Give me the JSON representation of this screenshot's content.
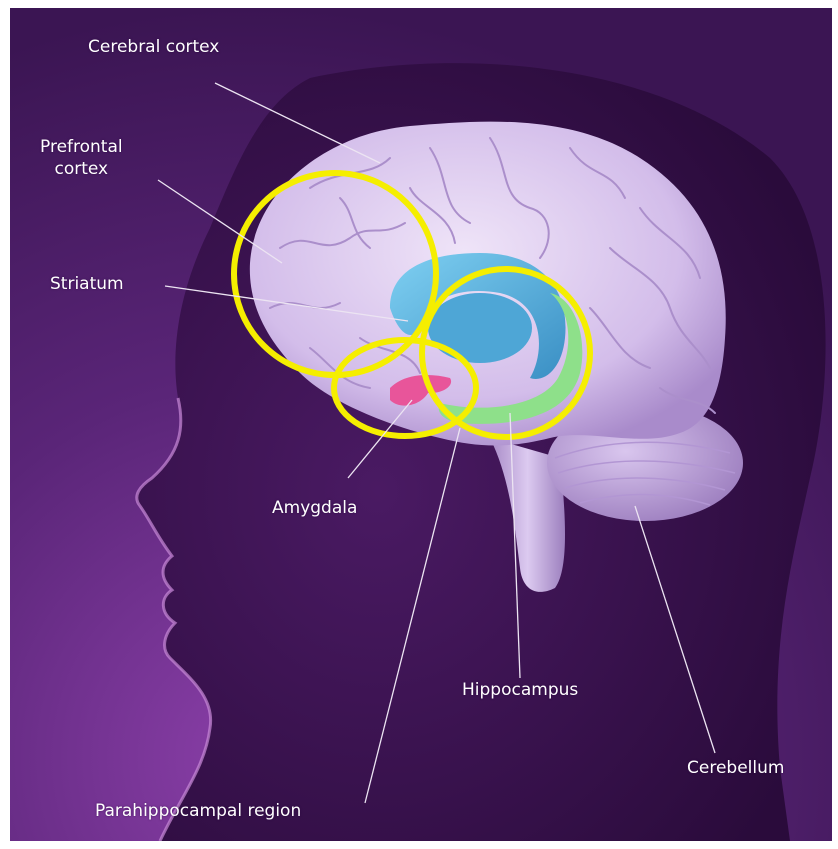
{
  "figure": {
    "labels": {
      "cerebral_cortex": "Cerebral cortex",
      "prefrontal_cortex": "Prefrontal\ncortex",
      "striatum": "Striatum",
      "amygdala": "Amygdala",
      "hippocampus": "Hippocampus",
      "cerebellum": "Cerebellum",
      "parahippocampal_region": "Parahippocampal region"
    },
    "colors": {
      "background": "#4a1d66",
      "brain": "#d9c7ec",
      "striatum": "#5fb6e0",
      "hippocampus": "#8ee08a",
      "amygdala": "#e8559a",
      "highlight_circles": "#f5ee00",
      "label_text": "#ffffff"
    }
  }
}
